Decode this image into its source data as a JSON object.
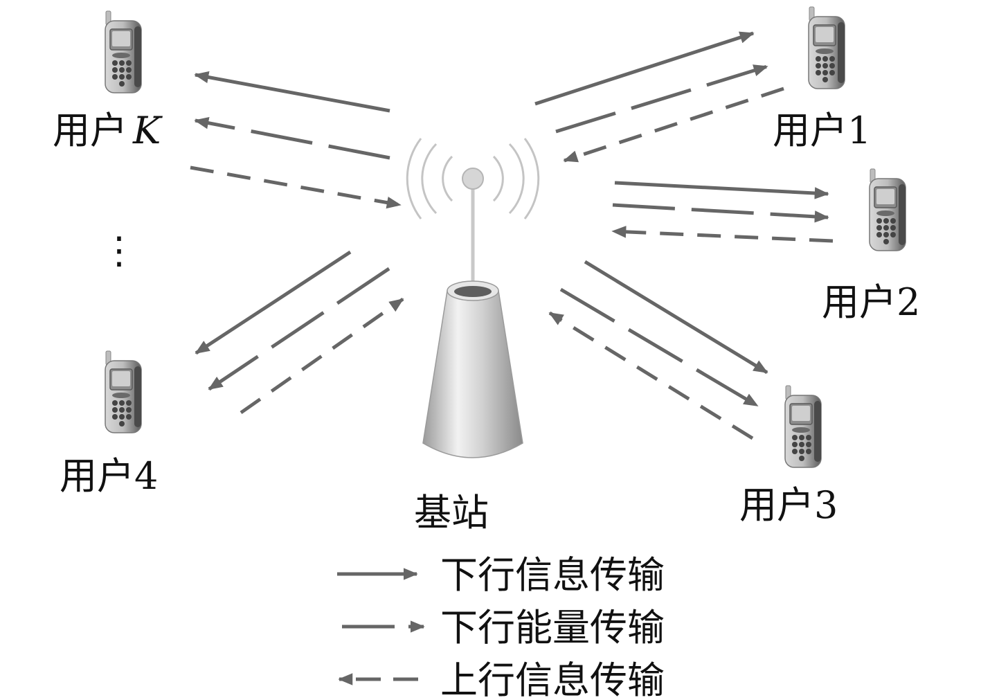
{
  "base_station": {
    "label": "基站"
  },
  "users": [
    {
      "id": "user-k",
      "label": "用户",
      "suffix": "K",
      "suffix_italic": true
    },
    {
      "id": "user-1",
      "label": "用户",
      "suffix": "1",
      "suffix_italic": false
    },
    {
      "id": "user-2",
      "label": "用户",
      "suffix": "2",
      "suffix_italic": false
    },
    {
      "id": "user-3",
      "label": "用户",
      "suffix": "3",
      "suffix_italic": false
    },
    {
      "id": "user-4",
      "label": "用户",
      "suffix": "4",
      "suffix_italic": false
    }
  ],
  "ellipsis": "⋮",
  "legend": [
    {
      "style": "solid",
      "label": "下行信息传输"
    },
    {
      "style": "long-dash",
      "label": "下行能量传输"
    },
    {
      "style": "short-dash",
      "label": "上行信息传输"
    }
  ],
  "colors": {
    "arrow": "#6b6b6b",
    "text": "#111111"
  }
}
